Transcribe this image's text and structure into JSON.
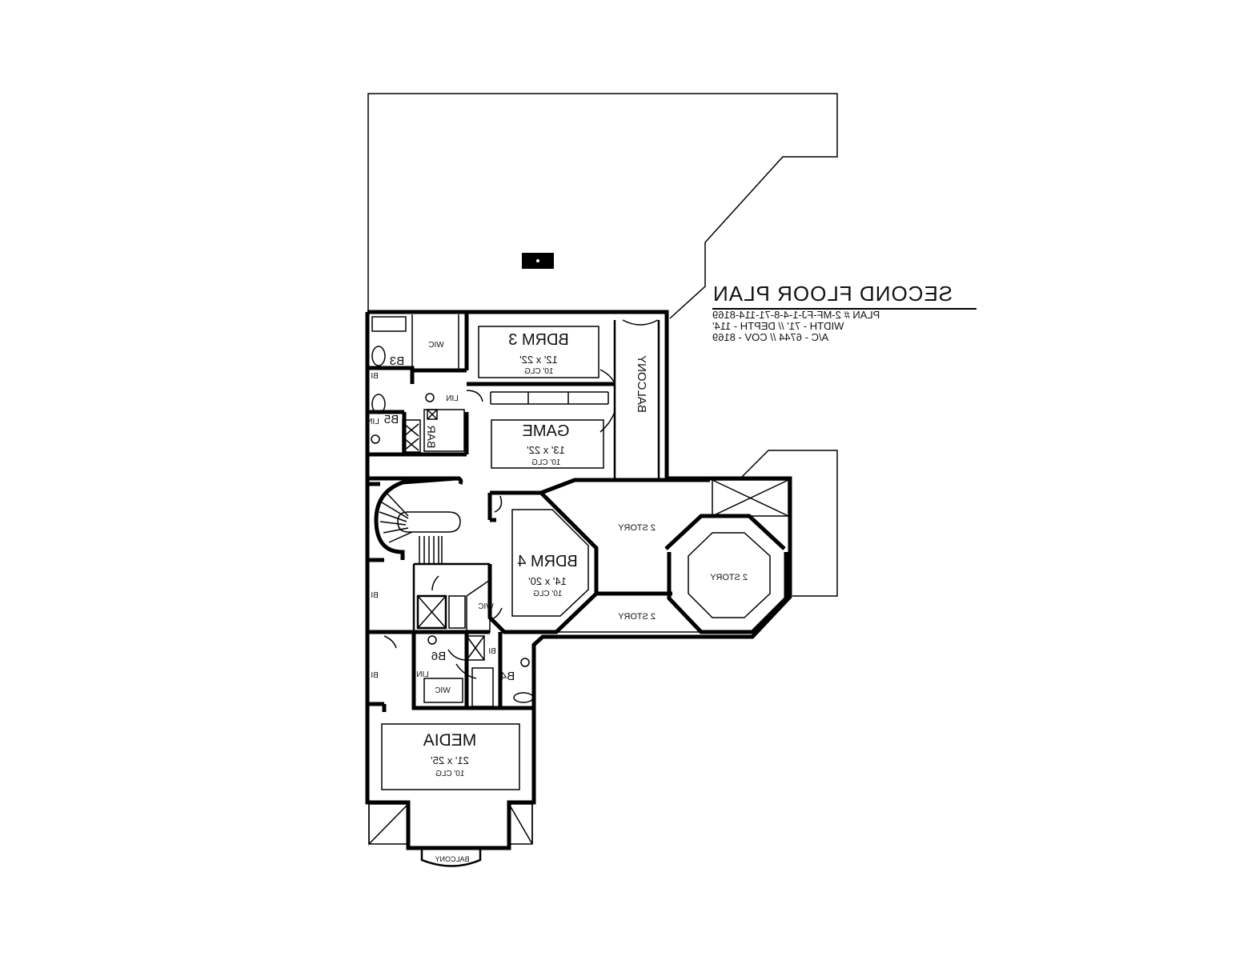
{
  "title_block": {
    "title": "SECOND FLOOR PLAN",
    "plan_number": "PLAN # 2-MF-FJ-1-4-8-71-114-8169",
    "dimensions": "WIDTH - 71' // DEPTH - 114'",
    "area": "A/C - 6744 // COV - 8169"
  },
  "rooms": {
    "bdrm3": {
      "name": "BDRM 3",
      "size": "12' x 22'",
      "ceiling": "10' CLG"
    },
    "game": {
      "name": "GAME",
      "size": "13' x 22'",
      "ceiling": "10' CLG"
    },
    "bdrm4": {
      "name": "BDRM 4",
      "size": "14' x 20'",
      "ceiling": "10' CLG"
    },
    "media": {
      "name": "MEDIA",
      "size": "21' x 25'",
      "ceiling": "10' CLG"
    },
    "balcony_side": "BALCONY",
    "balcony_bottom": "BALCONY",
    "two_story_a": "2 STORY",
    "two_story_b": "2 STORY",
    "two_story_c": "2 STORY",
    "b3": "B3",
    "b4": "B4",
    "b5": "B5",
    "b6": "B6",
    "bar": "BAR",
    "wic_top": "WIC",
    "wic_mid": "WIC",
    "wic_low": "WIC",
    "lin_top": "LIN",
    "lin_left": "LIN",
    "lin_low": "LIN",
    "bi_1": "BI",
    "bi_2": "BI",
    "bi_3": "BI",
    "bi_4": "BI"
  }
}
